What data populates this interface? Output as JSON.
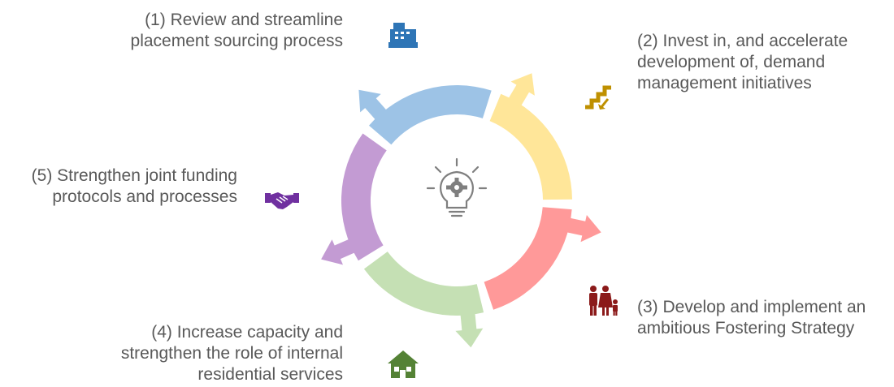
{
  "diagram": {
    "center_icon": "lightbulb-gear-icon",
    "steps": [
      {
        "number": "(1)",
        "lines": [
          "(1) Review and streamline",
          "placement sourcing process"
        ],
        "color": "#9DC3E6",
        "icon": "cash-register-icon",
        "icon_color": "#2E75B6"
      },
      {
        "number": "(2)",
        "lines": [
          "(2) Invest in, and accelerate",
          "development of, demand",
          "management initiatives"
        ],
        "color": "#FFE699",
        "icon": "stairs-down-icon",
        "icon_color": "#BF9000"
      },
      {
        "number": "(3)",
        "lines": [
          "(3) Develop and implement an",
          "ambitious Fostering Strategy"
        ],
        "color": "#FF9999",
        "icon": "family-icon",
        "icon_color": "#8B1A1A"
      },
      {
        "number": "(4)",
        "lines": [
          "(4) Increase capacity and",
          "strengthen the role of internal",
          "residential services"
        ],
        "color": "#C5E0B4",
        "icon": "house-icon",
        "icon_color": "#548235"
      },
      {
        "number": "(5)",
        "lines": [
          "(5) Strengthen joint funding",
          "protocols and processes"
        ],
        "color": "#C39BD3",
        "icon": "handshake-icon",
        "icon_color": "#7030A0"
      }
    ]
  }
}
